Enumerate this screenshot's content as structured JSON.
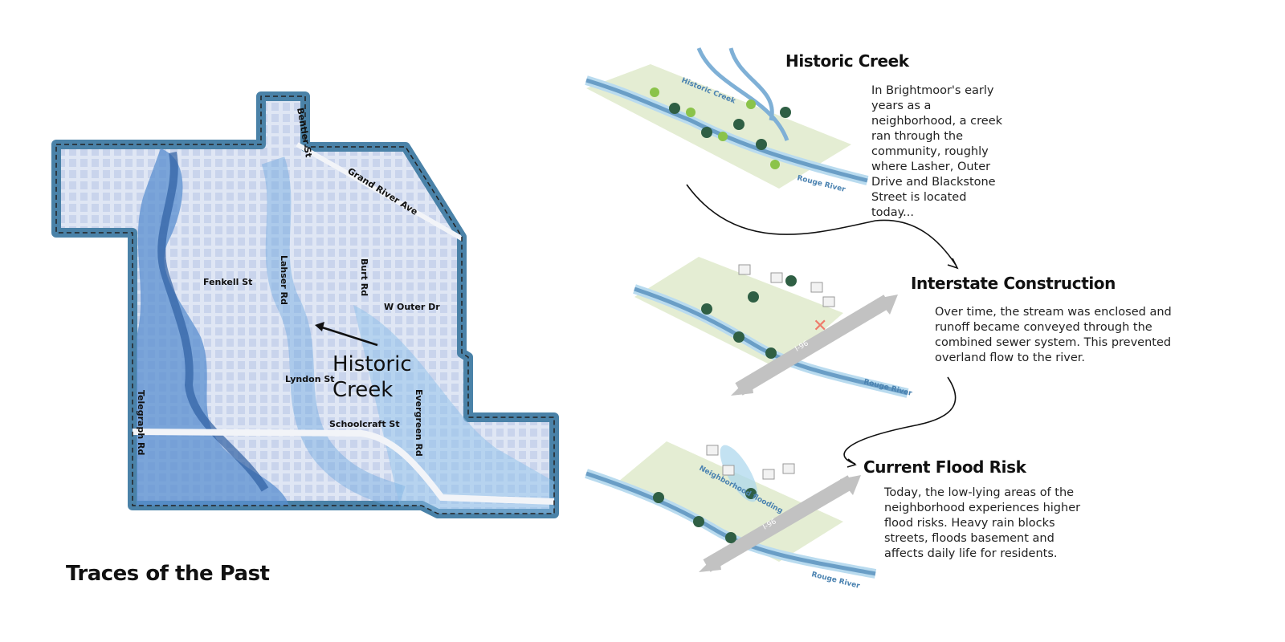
{
  "page_title": "Traces of the Past",
  "map": {
    "callout": [
      "Historic",
      "Creek"
    ],
    "streets": {
      "bentler": "Bentler St",
      "grand_river": "Grand River Ave",
      "fenkell": "Fenkell St",
      "lahser": "Lahser Rd",
      "burt": "Burt Rd",
      "w_outer": "W Outer Dr",
      "lyndon": "Lyndon St",
      "evergreen": "Evergreen Rd",
      "schoolcraft": "Schoolcraft St",
      "telegraph": "Telegraph Rd"
    },
    "colors": {
      "boundary": "#4a82a8",
      "creek": "#3d6fb8",
      "base": "#e8eef8"
    }
  },
  "stages": [
    {
      "heading": "Historic Creek",
      "body": "In Brightmoor's early years as a neighborhood, a creek ran through the community, roughly where Lasher, Outer Drive and Blackstone Street is located today...",
      "labels": {
        "creek": "Historic Creek",
        "river": "Rouge River"
      }
    },
    {
      "heading": "Interstate Construction",
      "body": "Over time, the stream was enclosed and runoff became conveyed through the combined sewer system.  This prevented overland flow to the river.",
      "labels": {
        "highway": "I-96",
        "river": "Rouge River"
      }
    },
    {
      "heading": "Current Flood Risk",
      "body": "Today, the low-lying areas of the neighborhood experiences higher flood risks. Heavy rain blocks streets, floods basement and affects daily life for residents.",
      "labels": {
        "flood": "Neighborhood flooding",
        "highway": "I-96",
        "river": "Rouge River"
      }
    }
  ]
}
